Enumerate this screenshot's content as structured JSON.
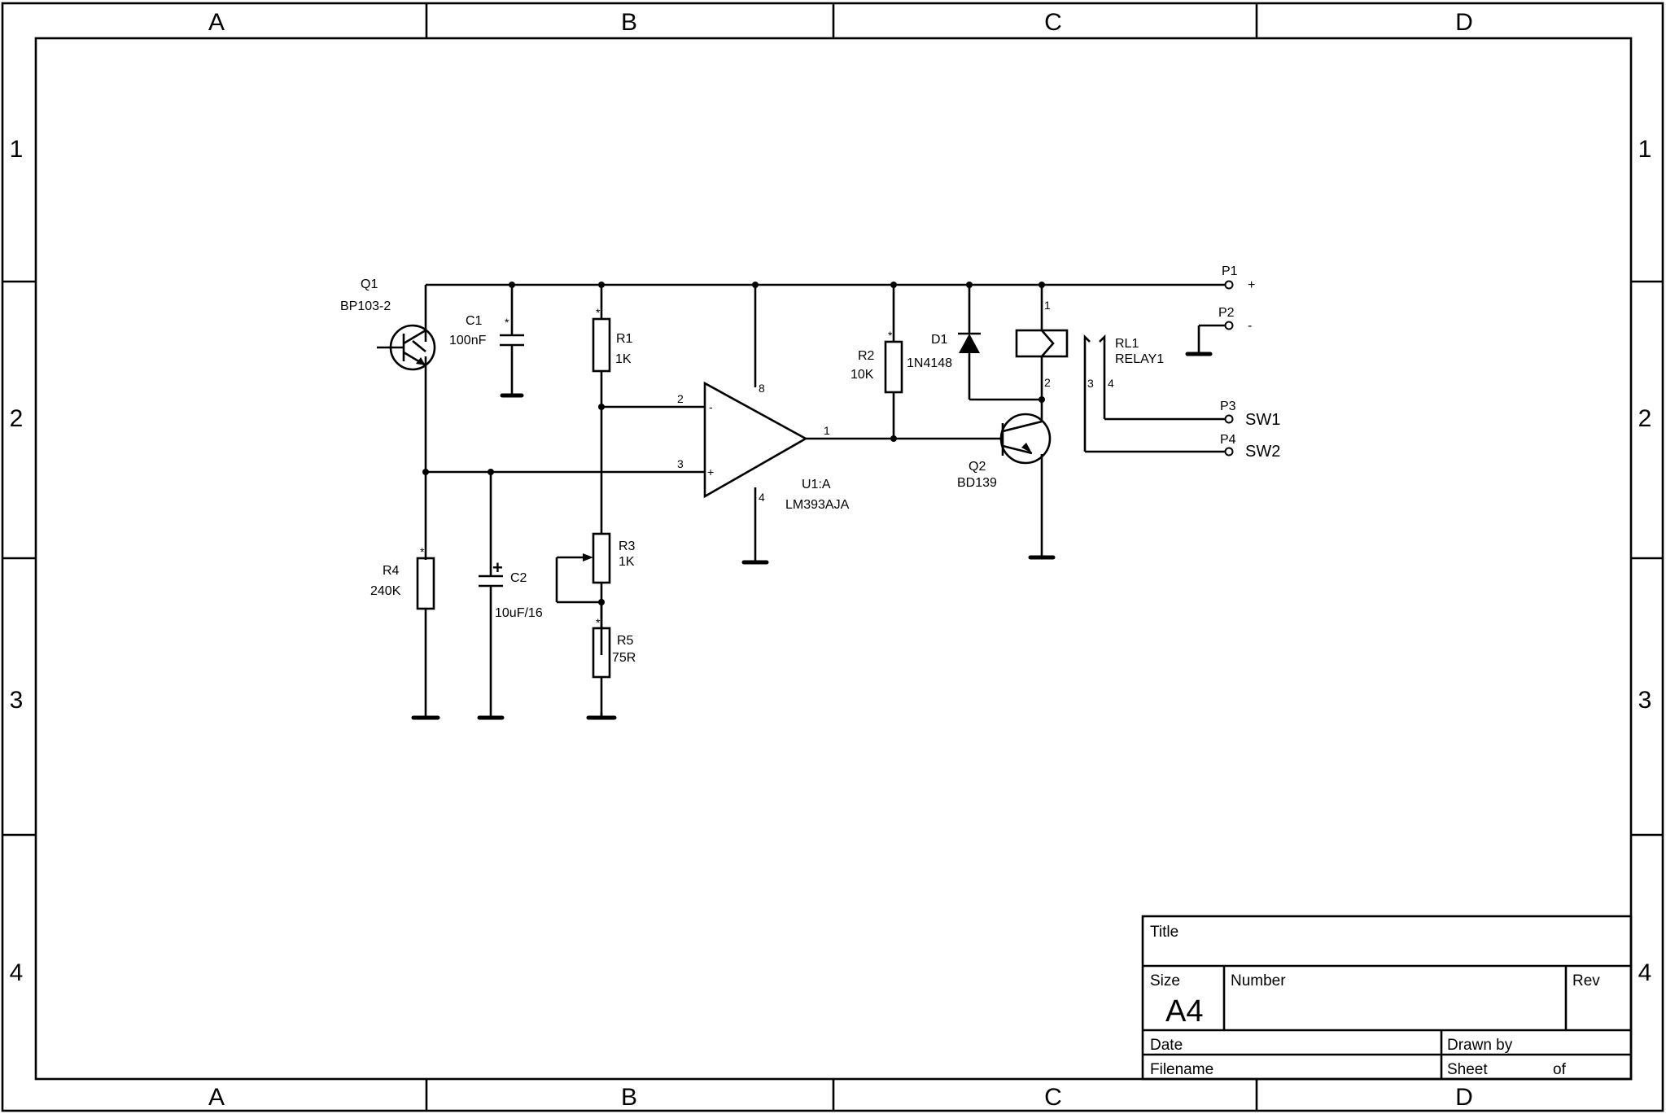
{
  "sheet": {
    "columns": [
      "A",
      "B",
      "C",
      "D"
    ],
    "rows": [
      "1",
      "2",
      "3",
      "4"
    ]
  },
  "components": {
    "q1": {
      "ref": "Q1",
      "value": "BP103-2"
    },
    "c1": {
      "ref": "C1",
      "value": "100nF"
    },
    "r1": {
      "ref": "R1",
      "value": "1K"
    },
    "r2": {
      "ref": "R2",
      "value": "10K"
    },
    "d1": {
      "ref": "D1",
      "value": "1N4148"
    },
    "rl1": {
      "ref": "RL1",
      "value": "RELAY1"
    },
    "q2": {
      "ref": "Q2",
      "value": "BD139"
    },
    "u1": {
      "ref": "U1:A",
      "value": "LM393AJA"
    },
    "r3": {
      "ref": "R3",
      "value": "1K"
    },
    "r4": {
      "ref": "R4",
      "value": "240K"
    },
    "c2": {
      "ref": "C2",
      "value": "10uF/16"
    },
    "r5": {
      "ref": "R5",
      "value": "75R"
    }
  },
  "ports": {
    "p1": {
      "ref": "P1",
      "label": "+"
    },
    "p2": {
      "ref": "P2",
      "label": "-"
    },
    "p3": {
      "ref": "P3",
      "label": "SW1"
    },
    "p4": {
      "ref": "P4",
      "label": "SW2"
    }
  },
  "pins": {
    "u1_inv": "2",
    "u1_noninv": "3",
    "u1_out": "1",
    "u1_vcc": "8",
    "u1_gnd": "4",
    "u1_minus": "-",
    "u1_plus": "+",
    "rl1_coil_top": "1",
    "rl1_coil_bottom": "2",
    "rl1_contact_a": "3",
    "rl1_contact_b": "4",
    "c2_polarity": "+",
    "pin1_marker": "*"
  },
  "title_block": {
    "title_label": "Title",
    "size_label": "Size",
    "size_value": "A4",
    "number_label": "Number",
    "rev_label": "Rev",
    "date_label": "Date",
    "drawn_by_label": "Drawn by",
    "filename_label": "Filename",
    "sheet_label": "Sheet",
    "of_label": "of"
  }
}
